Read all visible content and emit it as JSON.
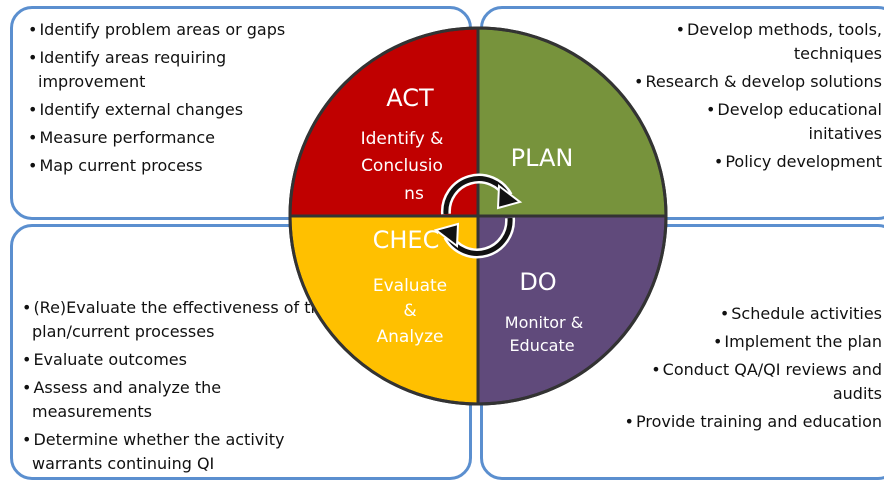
{
  "top_left": {
    "items": [
      "Identify problem areas or gaps",
      "Identify areas requiring improvement",
      "Identify external changes",
      "Measure performance",
      "Map current process"
    ]
  },
  "top_right": {
    "items": [
      "Develop methods, tools, techniques",
      "Research & develop solutions",
      "Develop educational initatives",
      "Policy development"
    ]
  },
  "bottom_left": {
    "items": [
      "(Re)Evaluate the effectiveness of the plan/current processes",
      "Evaluate outcomes",
      "Assess and analyze the measurements",
      "Determine whether the activity warrants continuing QI"
    ]
  },
  "bottom_right": {
    "items": [
      "Schedule activities",
      "Implement the plan",
      "Conduct QA/QI reviews and audits",
      "Provide training and education"
    ]
  },
  "cycle": {
    "act": {
      "title": "ACT",
      "line1": "Identify &",
      "line2": "Conclusio",
      "line3": "ns",
      "color": "#c00000"
    },
    "plan": {
      "title": "PLAN",
      "color": "#77933c"
    },
    "do": {
      "title": "DO",
      "line1": "Monitor &",
      "line2": "Educate",
      "color": "#604a7b"
    },
    "check": {
      "title": "CHEC",
      "line1": "Evaluate",
      "line2": "&",
      "line3": "Analyze",
      "color": "#ffc000"
    }
  }
}
